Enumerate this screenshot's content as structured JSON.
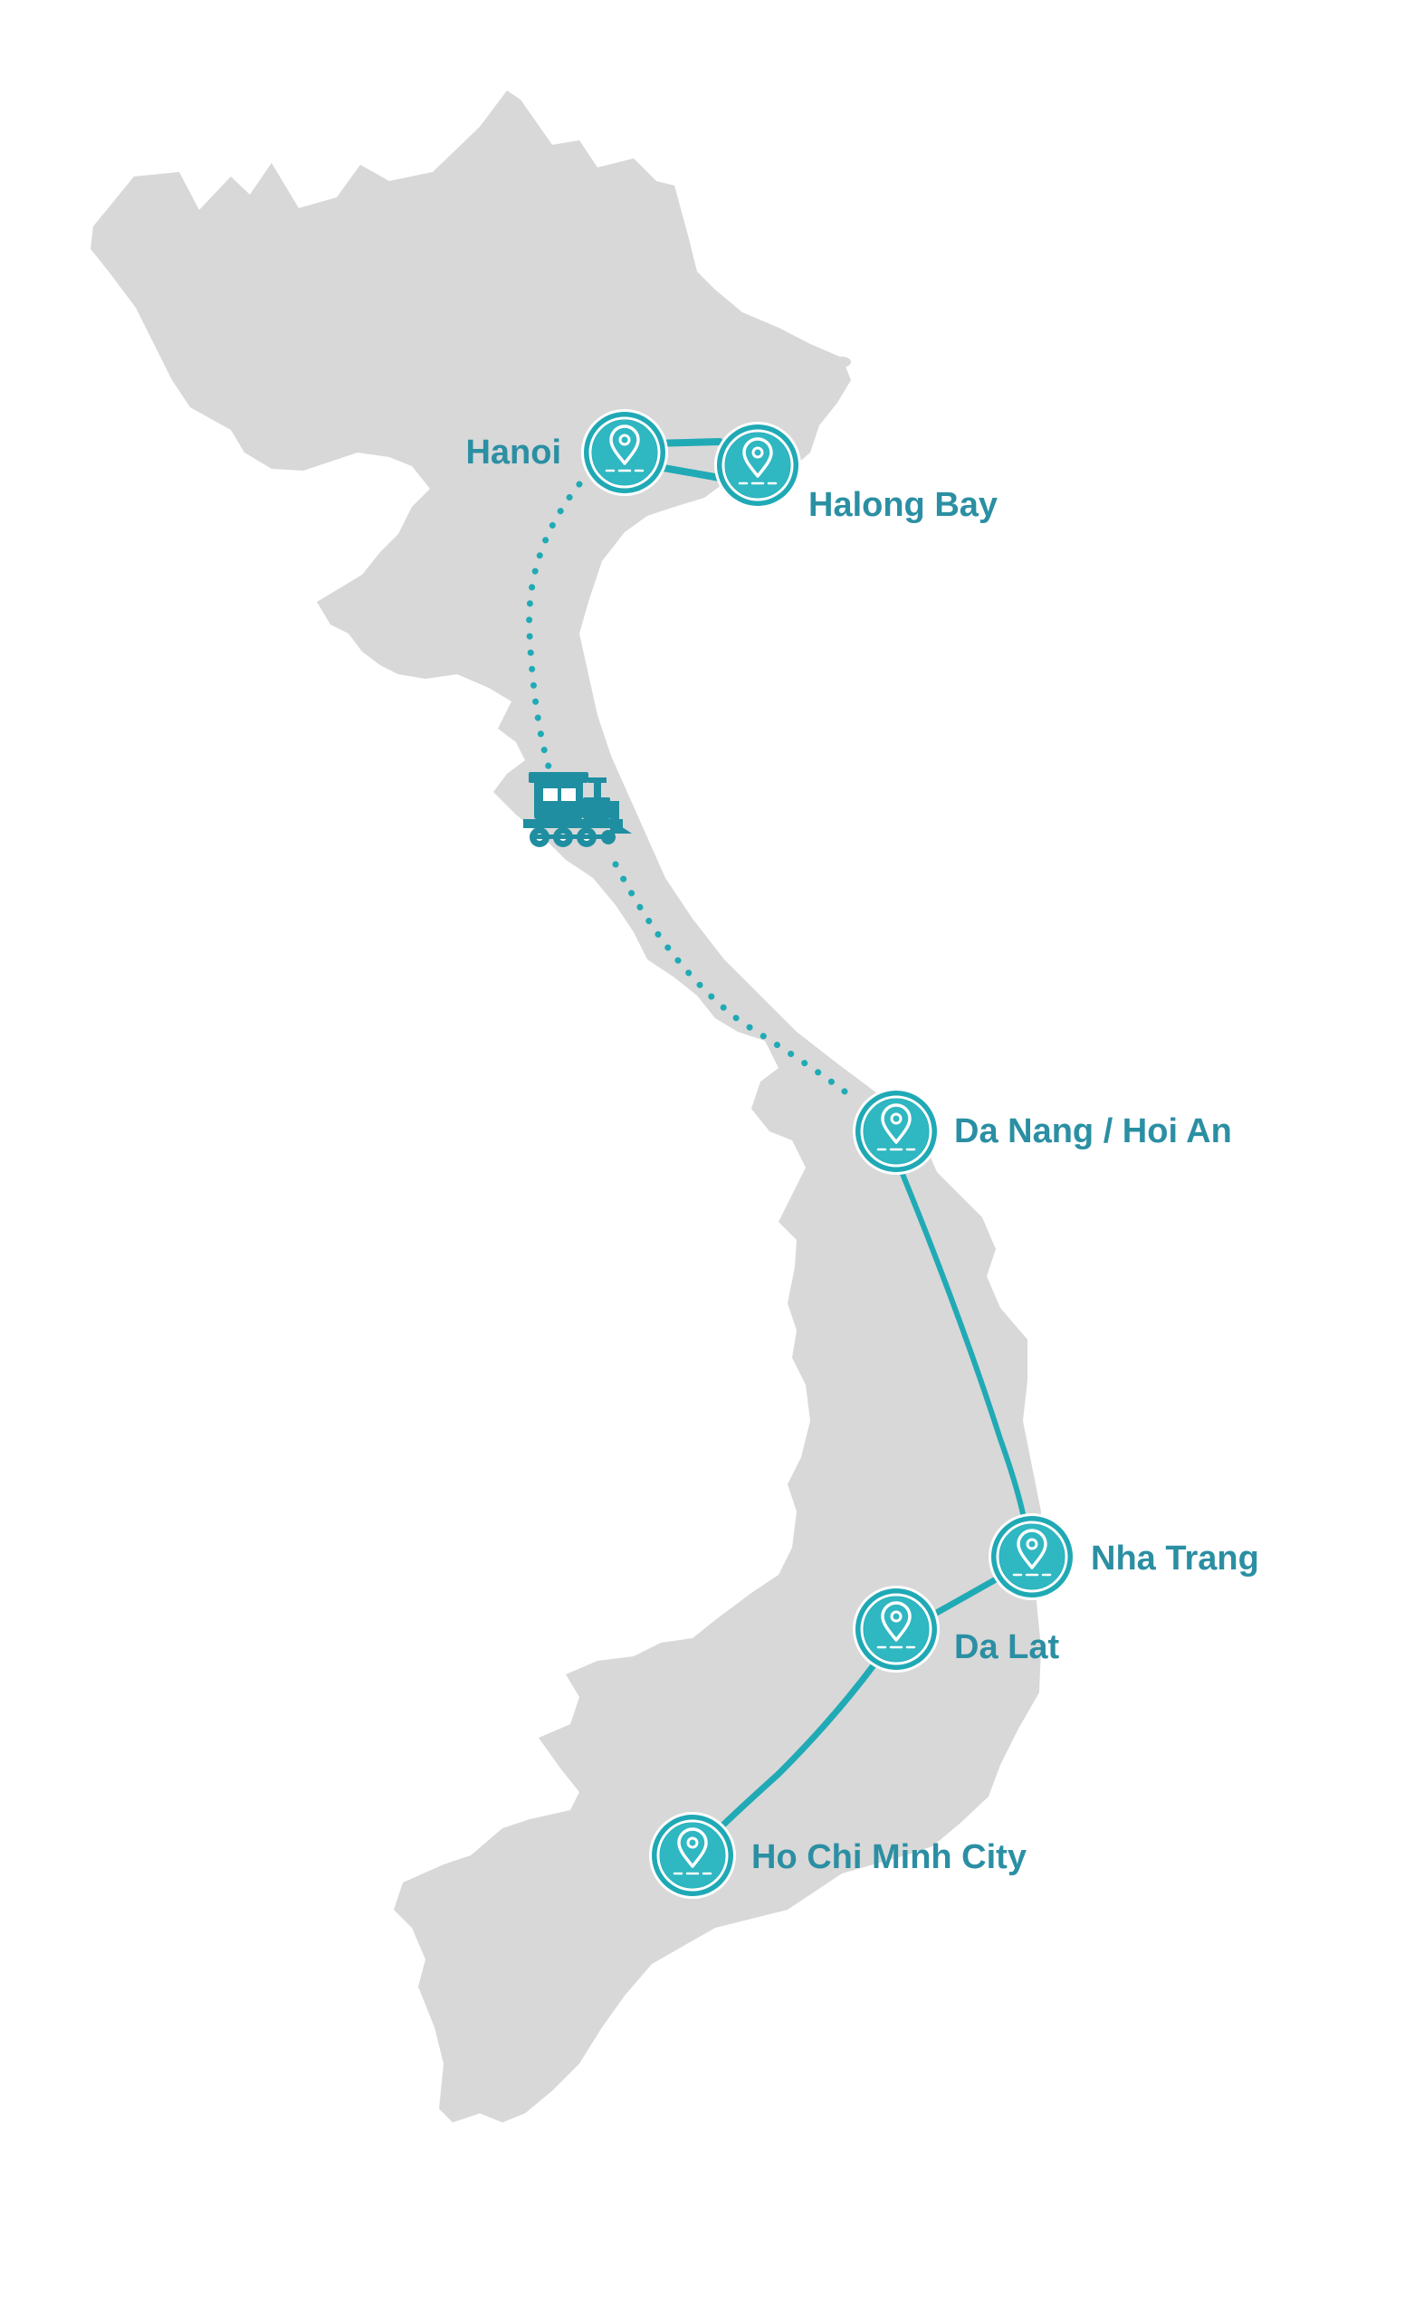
{
  "map": {
    "colors": {
      "land": "#d8d8d8",
      "route": "#20aab5",
      "marker_ring": "#1fa9b5",
      "marker_fill": "#2fb7c2",
      "label": "#2b8fa3",
      "icon": "#ffffff"
    },
    "icons": {
      "marker": "map-pin-icon",
      "train": "train-icon"
    },
    "route": {
      "land_segment_style": "solid",
      "rail_segment_style": "dotted"
    },
    "cities": [
      {
        "id": "hanoi",
        "name": "Hanoi"
      },
      {
        "id": "halong-bay",
        "name": "Halong Bay"
      },
      {
        "id": "da-nang-hoi-an",
        "name": "Da Nang / Hoi An"
      },
      {
        "id": "nha-trang",
        "name": "Nha Trang"
      },
      {
        "id": "da-lat",
        "name": "Da Lat"
      },
      {
        "id": "ho-chi-minh-city",
        "name": "Ho Chi Minh City"
      }
    ]
  }
}
